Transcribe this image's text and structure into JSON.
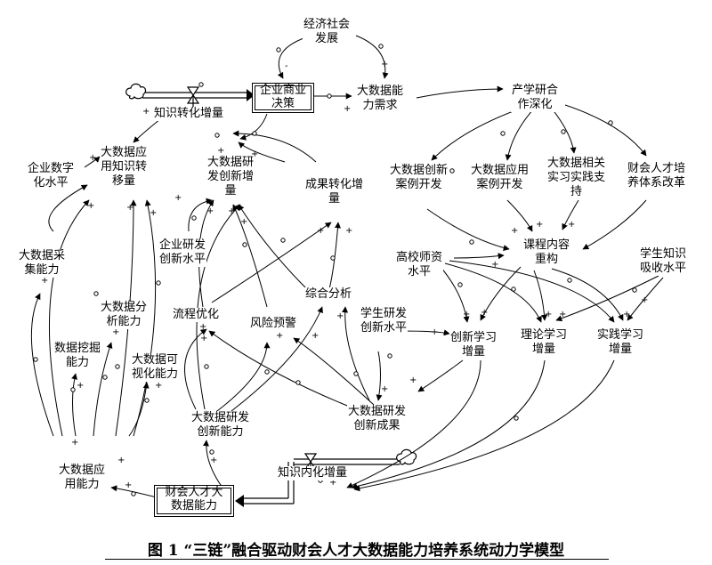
{
  "nodes": {
    "economy": "经济社会\n发展",
    "enterprise_decision": "企业商业\n决策",
    "bigdata_demand": "大数据能\n力需求",
    "industry_deepening": "产学研合\n作深化",
    "knowledge_conversion": "知识转化增量",
    "digital_level": "企业数字\n化水平",
    "bigdata_transfer": "大数据应\n用知识转\n移量",
    "rd_innovation_increment": "大数据研\n发创新增\n量",
    "achievement_conversion": "成果转化增\n量",
    "case_innovation": "大数据创新\n案例开发",
    "case_application": "大数据应用\n案例开发",
    "internship": "大数据相关\n实习实践支\n持",
    "talent_reform": "财会人才培\n养体系改革",
    "data_collection": "大数据采\n集能力",
    "enterprise_rd": "企业研发\n创新水平",
    "course_restructure": "课程内容\n重构",
    "teacher_level": "高校师资\n水平",
    "absorption": "学生知识\n吸收水平",
    "data_analysis": "大数据分\n析能力",
    "process_optimization": "流程优化",
    "risk_warning": "风险预警",
    "comprehensive_analysis": "综合分析",
    "student_rd": "学生研发\n创新水平",
    "data_mining": "数据挖掘\n能力",
    "visualization": "大数据可\n视化能力",
    "innovative_learning": "创新学习\n增量",
    "theory_learning": "理论学习\n增量",
    "practice_learning": "实践学习\n增量",
    "rd_ability": "大数据研发\n创新能力",
    "rd_achievements": "大数据研发\n创新成果",
    "application_ability": "大数据应\n用能力",
    "knowledge_internalization": "知识内化增量",
    "talent_stock": "财会人才大\n数据能力"
  },
  "polarity": {
    "plus": "+",
    "minus": "-"
  },
  "caption": "图 1 “三链”融合驱动财会人才大数据能力培养系统动力学模型"
}
